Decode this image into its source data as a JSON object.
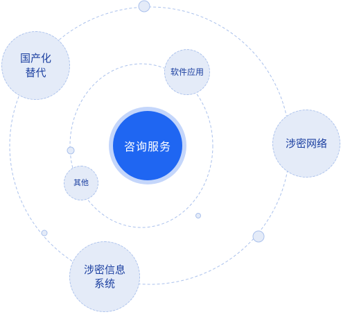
{
  "diagram": {
    "center": {
      "label": "咨询服务"
    },
    "nodes": {
      "guochan": {
        "line1": "国产化",
        "line2": "替代"
      },
      "ruanjian": {
        "label": "软件应用"
      },
      "shemi_net": {
        "label": "涉密网络"
      },
      "qita": {
        "label": "其他"
      },
      "shemi_info": {
        "line1": "涉密信息",
        "line2": "系统"
      }
    },
    "colors": {
      "center_fill": "#1f66f2",
      "center_glow": "#c4d6fb",
      "node_fill": "#e4ebf8",
      "node_text": "#1b3fa0",
      "orbit_line": "#a9c0ec",
      "dot_fill": "#e4ebf8"
    }
  }
}
